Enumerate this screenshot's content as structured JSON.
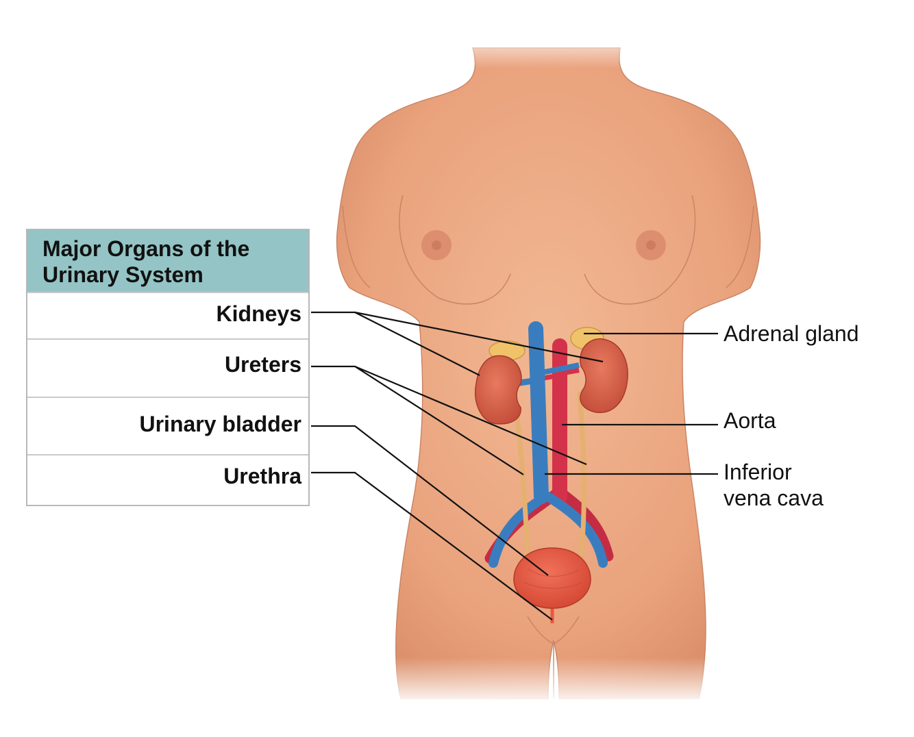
{
  "table": {
    "title_line1": "Major Organs of the",
    "title_line2": "Urinary System",
    "rows": [
      "Kidneys",
      "Ureters",
      "Urinary bladder",
      "Urethra"
    ]
  },
  "labels": {
    "adrenal_gland": "Adrenal gland",
    "aorta": "Aorta",
    "ivc_line1": "Inferior",
    "ivc_line2": "vena cava"
  },
  "colors": {
    "header": "#94c4c5",
    "skin": "#eaa783",
    "kidney": "#d9604a",
    "bladder": "#e8573f",
    "artery": "#d3324a",
    "vein": "#3a7dbf",
    "ureter": "#e5b070",
    "adrenal": "#f0c36a",
    "leader": "#111111"
  }
}
